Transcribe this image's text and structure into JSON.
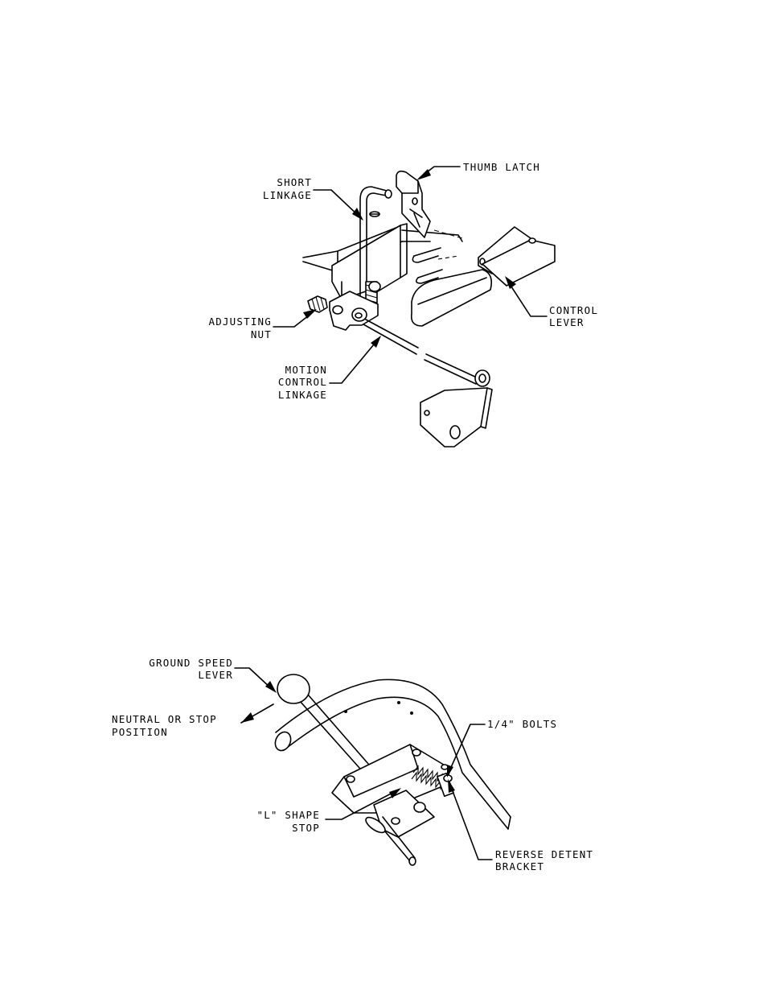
{
  "figure_top": {
    "labels": {
      "thumb_latch": "THUMB LATCH",
      "short_linkage_1": "SHORT",
      "short_linkage_2": "LINKAGE",
      "adjusting_nut_1": "ADJUSTING",
      "adjusting_nut_2": "NUT",
      "motion_control_1": "MOTION",
      "motion_control_2": "CONTROL",
      "motion_control_3": "LINKAGE",
      "control_lever_1": "CONTROL",
      "control_lever_2": "LEVER"
    }
  },
  "figure_bottom": {
    "labels": {
      "ground_speed_1": "GROUND SPEED",
      "ground_speed_2": "LEVER",
      "neutral_1": "NEUTRAL OR STOP",
      "neutral_2": "POSITION",
      "bolts": "1/4\" BOLTS",
      "l_stop_1": "\"L\" SHAPE",
      "l_stop_2": "STOP",
      "reverse_1": "REVERSE DETENT",
      "reverse_2": "BRACKET"
    }
  }
}
